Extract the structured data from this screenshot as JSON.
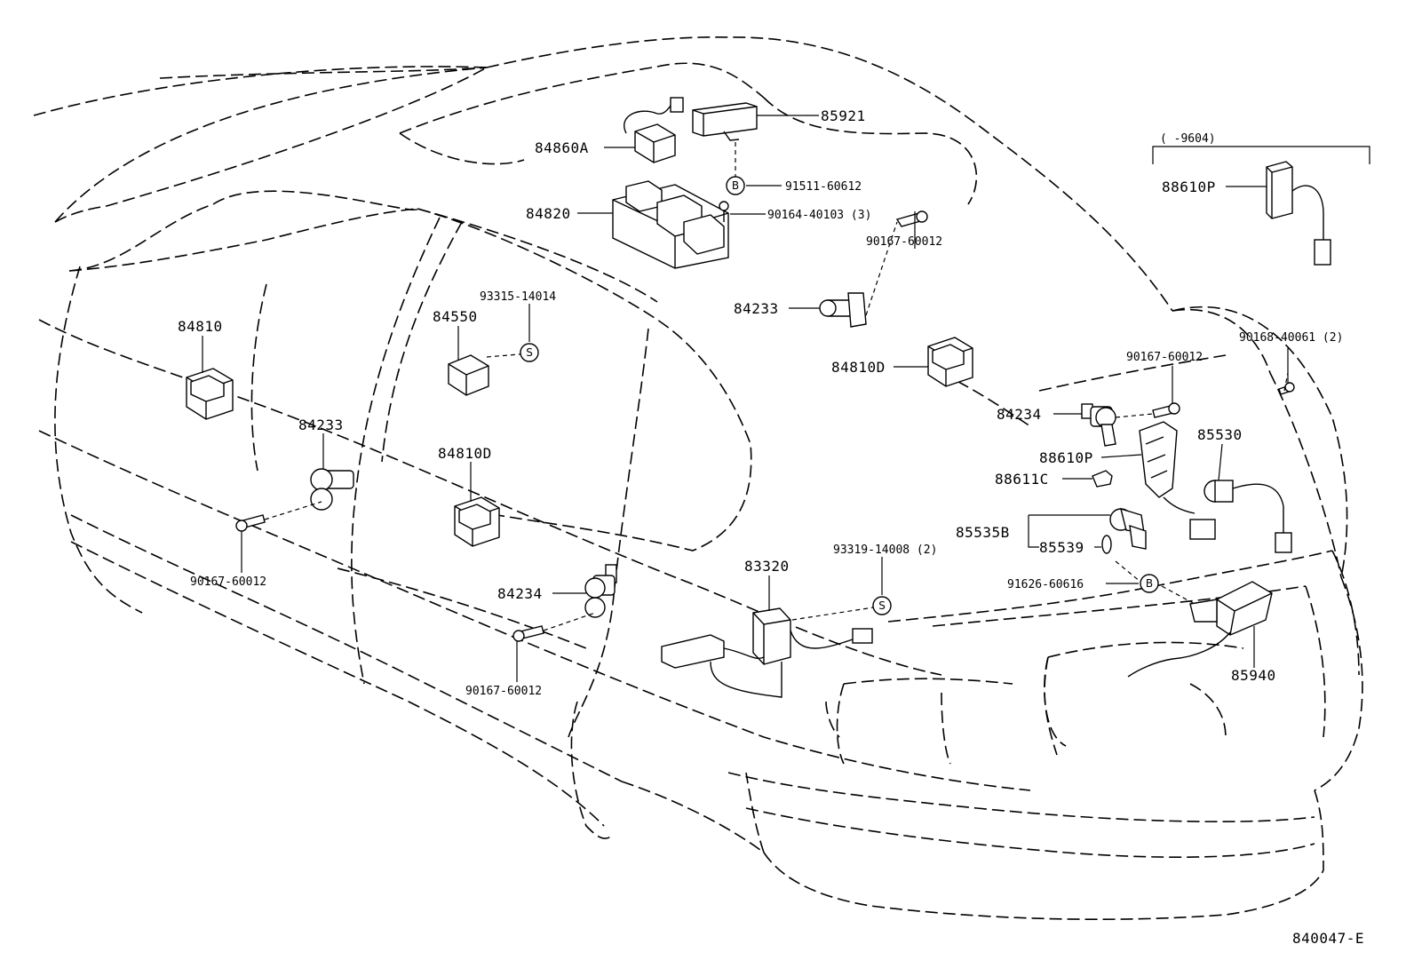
{
  "labels": {
    "p85921": "85921",
    "p84860A": "84860A",
    "p91511": "91511-60612",
    "p84820": "84820",
    "p90164": "90164-40103 (3)",
    "p90167_top": "90167-60012",
    "p84233_top": "84233",
    "p84810D_right": "84810D",
    "p84810": "84810",
    "p84550": "84550",
    "p93315": "93315-14014",
    "p84233_left": "84233",
    "p84810D_mid": "84810D",
    "p90167_left": "90167-60012",
    "p84234_mid": "84234",
    "p90167_bottom": "90167-60012",
    "p83320": "83320",
    "p93319": "93319-14008 (2)",
    "p90167_right": "90167-60012",
    "p90168": "90168-40061 (2)",
    "p84234_right": "84234",
    "p85530": "85530",
    "p88610P_mid": "88610P",
    "p88611C": "88611C",
    "p85535B": "85535B",
    "p85539": "85539",
    "p91626": "91626-60616",
    "p85940": "85940",
    "inset_range": "(      -9604)",
    "p88610P_inset": "88610P",
    "diagram_id": "840047-E"
  },
  "symbols": {
    "bolt_b": "B",
    "screw_s": "S"
  }
}
